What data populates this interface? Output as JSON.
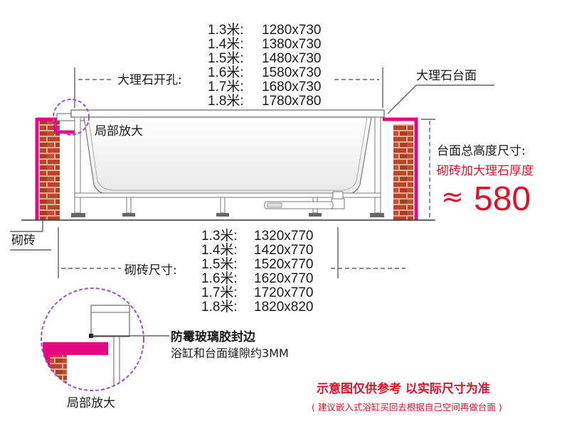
{
  "labels": {
    "marble_cutout": "大理石开孔:",
    "marble_top": "大理石台面",
    "partial_zoom_top": "局部放大",
    "brick": "砌砖",
    "brick_size": "砌砖尺寸:",
    "total_height_1": "台面总高度尺寸:",
    "total_height_2": "砌砖加大理石厚度",
    "approx_symbol": "≈",
    "total_height_value": "580",
    "mildew_glue": "防霉玻璃胶封边",
    "gap_note": "浴缸和台面缝隙约3MM",
    "partial_zoom_bottom": "局部放大",
    "disclaimer": "示意图仅供参考 以实际尺寸为准",
    "suggestion": "( 建议嵌入式浴缸买回去根据自己空间再做台面 )"
  },
  "marble_sizes": [
    {
      "len": "1.3米:",
      "dim": "1280x730"
    },
    {
      "len": "1.4米:",
      "dim": "1380x730"
    },
    {
      "len": "1.5米:",
      "dim": "1480x730"
    },
    {
      "len": "1.6米:",
      "dim": "1580x730"
    },
    {
      "len": "1.7米:",
      "dim": "1680x730"
    },
    {
      "len": "1.8米:",
      "dim": "1780x780"
    }
  ],
  "brick_sizes": [
    {
      "len": "1.3米:",
      "dim": "1320x770"
    },
    {
      "len": "1.4米:",
      "dim": "1420x770"
    },
    {
      "len": "1.5米:",
      "dim": "1520x770"
    },
    {
      "len": "1.6米:",
      "dim": "1620x770"
    },
    {
      "len": "1.7米:",
      "dim": "1720x770"
    },
    {
      "len": "1.8米:",
      "dim": "1820x820"
    }
  ],
  "colors": {
    "magenta": "#e5097f",
    "brick": "#b8442c",
    "brick_mortar": "#e9b9a0",
    "zoom_circle": "#9b4fd1",
    "red_text": "#e0102a"
  }
}
